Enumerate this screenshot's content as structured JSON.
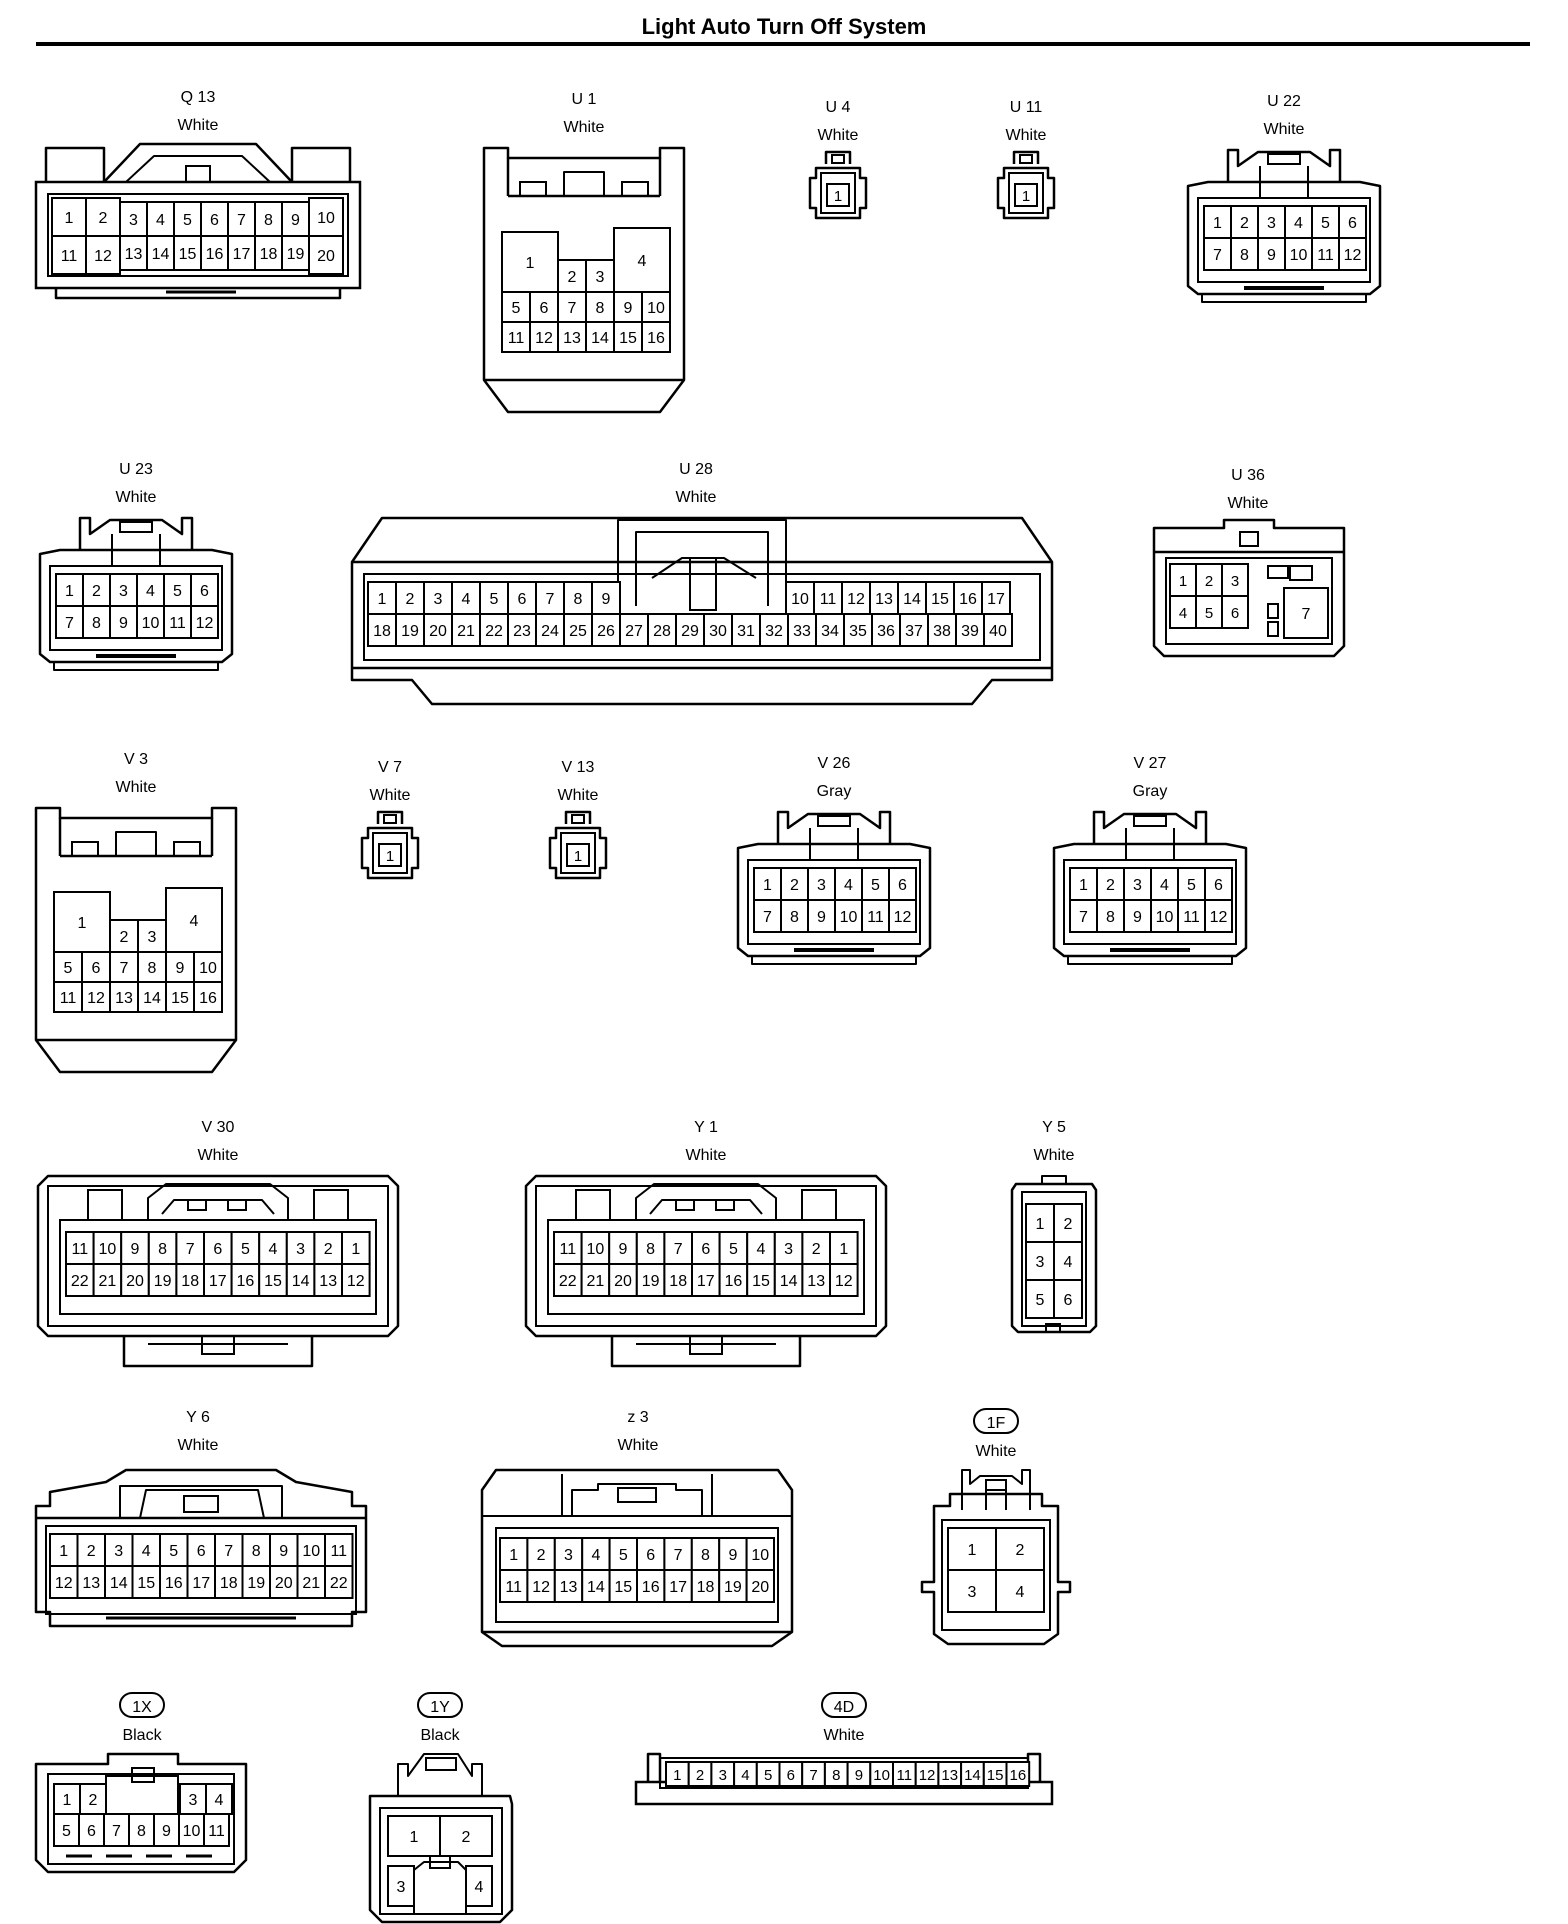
{
  "page": {
    "title": "Light Auto Turn Off System"
  },
  "connectors": [
    {
      "id": "Q 13",
      "color": "White",
      "circled": false,
      "type": "c20",
      "pins": [
        [
          "1",
          "2",
          "3",
          "4",
          "5",
          "6",
          "7",
          "8",
          "9",
          "10"
        ],
        [
          "11",
          "12",
          "13",
          "14",
          "15",
          "16",
          "17",
          "18",
          "19",
          "20"
        ]
      ]
    },
    {
      "id": "U 1",
      "color": "White",
      "circled": false,
      "type": "tall16",
      "pins": [
        [
          "1",
          "2",
          "3",
          "4"
        ],
        [
          "5",
          "6",
          "7",
          "8",
          "9",
          "10"
        ],
        [
          "11",
          "12",
          "13",
          "14",
          "15",
          "16"
        ]
      ]
    },
    {
      "id": "U 4",
      "color": "White",
      "circled": false,
      "type": "single",
      "pins": [
        [
          "1"
        ]
      ]
    },
    {
      "id": "U 11",
      "color": "White",
      "circled": false,
      "type": "single",
      "pins": [
        [
          "1"
        ]
      ]
    },
    {
      "id": "U 22",
      "color": "White",
      "circled": false,
      "type": "c12",
      "pins": [
        [
          "1",
          "2",
          "3",
          "4",
          "5",
          "6"
        ],
        [
          "7",
          "8",
          "9",
          "10",
          "11",
          "12"
        ]
      ]
    },
    {
      "id": "U 23",
      "color": "White",
      "circled": false,
      "type": "c12",
      "pins": [
        [
          "1",
          "2",
          "3",
          "4",
          "5",
          "6"
        ],
        [
          "7",
          "8",
          "9",
          "10",
          "11",
          "12"
        ]
      ]
    },
    {
      "id": "U 28",
      "color": "White",
      "circled": false,
      "type": "c40",
      "pins": [
        [
          "1",
          "2",
          "3",
          "4",
          "5",
          "6",
          "7",
          "8",
          "9",
          "10",
          "11",
          "12",
          "13",
          "14",
          "15",
          "16",
          "17"
        ],
        [
          "18",
          "19",
          "20",
          "21",
          "22",
          "23",
          "24",
          "25",
          "26",
          "27",
          "28",
          "29",
          "30",
          "31",
          "32",
          "33",
          "34",
          "35",
          "36",
          "37",
          "38",
          "39",
          "40"
        ]
      ]
    },
    {
      "id": "U 36",
      "color": "White",
      "circled": false,
      "type": "c7",
      "pins": [
        [
          "1",
          "2",
          "3",
          "4",
          "5",
          "6",
          "7"
        ]
      ]
    },
    {
      "id": "V 3",
      "color": "White",
      "circled": false,
      "type": "tall16",
      "pins": [
        [
          "1",
          "2",
          "3",
          "4"
        ],
        [
          "5",
          "6",
          "7",
          "8",
          "9",
          "10"
        ],
        [
          "11",
          "12",
          "13",
          "14",
          "15",
          "16"
        ]
      ]
    },
    {
      "id": "V 7",
      "color": "White",
      "circled": false,
      "type": "single",
      "pins": [
        [
          "1"
        ]
      ]
    },
    {
      "id": "V 13",
      "color": "White",
      "circled": false,
      "type": "single",
      "pins": [
        [
          "1"
        ]
      ]
    },
    {
      "id": "V 26",
      "color": "Gray",
      "circled": false,
      "type": "c12",
      "pins": [
        [
          "1",
          "2",
          "3",
          "4",
          "5",
          "6"
        ],
        [
          "7",
          "8",
          "9",
          "10",
          "11",
          "12"
        ]
      ]
    },
    {
      "id": "V 27",
      "color": "Gray",
      "circled": false,
      "type": "c12",
      "pins": [
        [
          "1",
          "2",
          "3",
          "4",
          "5",
          "6"
        ],
        [
          "7",
          "8",
          "9",
          "10",
          "11",
          "12"
        ]
      ]
    },
    {
      "id": "V 30",
      "color": "White",
      "circled": false,
      "type": "c22",
      "pins": [
        [
          "11",
          "10",
          "9",
          "8",
          "7",
          "6",
          "5",
          "4",
          "3",
          "2",
          "1"
        ],
        [
          "22",
          "21",
          "20",
          "19",
          "18",
          "17",
          "16",
          "15",
          "14",
          "13",
          "12"
        ]
      ]
    },
    {
      "id": "Y 1",
      "color": "White",
      "circled": false,
      "type": "c22",
      "pins": [
        [
          "11",
          "10",
          "9",
          "8",
          "7",
          "6",
          "5",
          "4",
          "3",
          "2",
          "1"
        ],
        [
          "22",
          "21",
          "20",
          "19",
          "18",
          "17",
          "16",
          "15",
          "14",
          "13",
          "12"
        ]
      ]
    },
    {
      "id": "Y 5",
      "color": "White",
      "circled": false,
      "type": "c6v",
      "pins": [
        [
          "1",
          "2"
        ],
        [
          "3",
          "4"
        ],
        [
          "5",
          "6"
        ]
      ]
    },
    {
      "id": "Y 6",
      "color": "White",
      "circled": false,
      "type": "y6",
      "pins": [
        [
          "1",
          "2",
          "3",
          "4",
          "5",
          "6",
          "7",
          "8",
          "9",
          "10",
          "11"
        ],
        [
          "12",
          "13",
          "14",
          "15",
          "16",
          "17",
          "18",
          "19",
          "20",
          "21",
          "22"
        ]
      ]
    },
    {
      "id": "z 3",
      "color": "White",
      "circled": false,
      "type": "z3",
      "pins": [
        [
          "1",
          "2",
          "3",
          "4",
          "5",
          "6",
          "7",
          "8",
          "9",
          "10"
        ],
        [
          "11",
          "12",
          "13",
          "14",
          "15",
          "16",
          "17",
          "18",
          "19",
          "20"
        ]
      ]
    },
    {
      "id": "1F",
      "color": "White",
      "circled": true,
      "type": "c4",
      "pins": [
        [
          "1",
          "2"
        ],
        [
          "3",
          "4"
        ]
      ]
    },
    {
      "id": "1X",
      "color": "Black",
      "circled": true,
      "type": "c1x",
      "pins": [
        [
          "1",
          "2",
          "3",
          "4"
        ],
        [
          "5",
          "6",
          "7",
          "8",
          "9",
          "10",
          "11"
        ]
      ]
    },
    {
      "id": "1Y",
      "color": "Black",
      "circled": true,
      "type": "c1y",
      "pins": [
        [
          "1",
          "2"
        ],
        [
          "3",
          "4"
        ]
      ]
    },
    {
      "id": "4D",
      "color": "White",
      "circled": true,
      "type": "strip16",
      "pins": [
        [
          "1",
          "2",
          "3",
          "4",
          "5",
          "6",
          "7",
          "8",
          "9",
          "10",
          "11",
          "12",
          "13",
          "14",
          "15",
          "16"
        ]
      ]
    }
  ]
}
